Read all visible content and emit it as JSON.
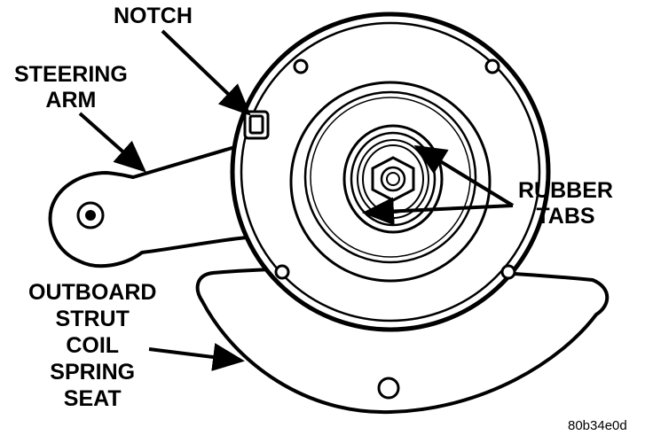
{
  "labels": {
    "notch": "NOTCH",
    "steering_arm": [
      "STEERING",
      "ARM"
    ],
    "rubber_tabs": [
      "RUBBER",
      "TABS"
    ],
    "spring_seat": [
      "OUTBOARD",
      "STRUT",
      "COIL",
      "SPRING",
      "SEAT"
    ]
  },
  "figure_code": "80b34e0d"
}
